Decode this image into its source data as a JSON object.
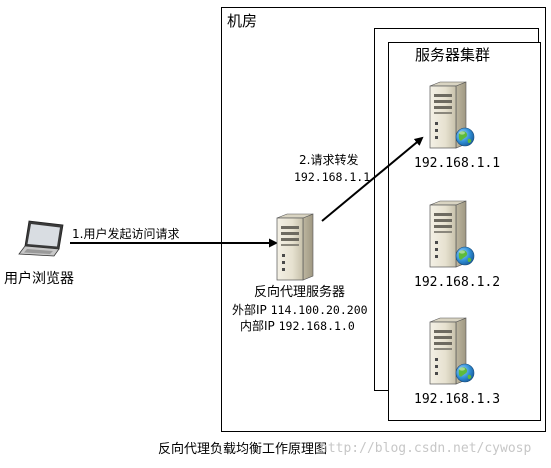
{
  "machine_room": {
    "title": "机房"
  },
  "cluster": {
    "title": "服务器集群",
    "servers": [
      {
        "ip": "192.168.1.1"
      },
      {
        "ip": "192.168.1.2"
      },
      {
        "ip": "192.168.1.3"
      }
    ]
  },
  "client": {
    "label": "用户浏览器"
  },
  "proxy": {
    "name": "反向代理服务器",
    "external_label": "外部IP",
    "external_ip": "114.100.20.200",
    "internal_label": "内部IP",
    "internal_ip": "192.168.1.0"
  },
  "arrows": {
    "request": "1.用户发起访问请求",
    "forward": "2.请求转发",
    "forward_ip": "192.168.1.1"
  },
  "caption": "反向代理负载均衡工作原理图",
  "watermark": "http://blog.csdn.net/cywosp",
  "colors": {
    "line": "#000000",
    "server_body": "#ece8d8",
    "server_shade": "#c9c4b0",
    "globe": "#2f8fd6",
    "globe_land": "#5dbb3a"
  }
}
